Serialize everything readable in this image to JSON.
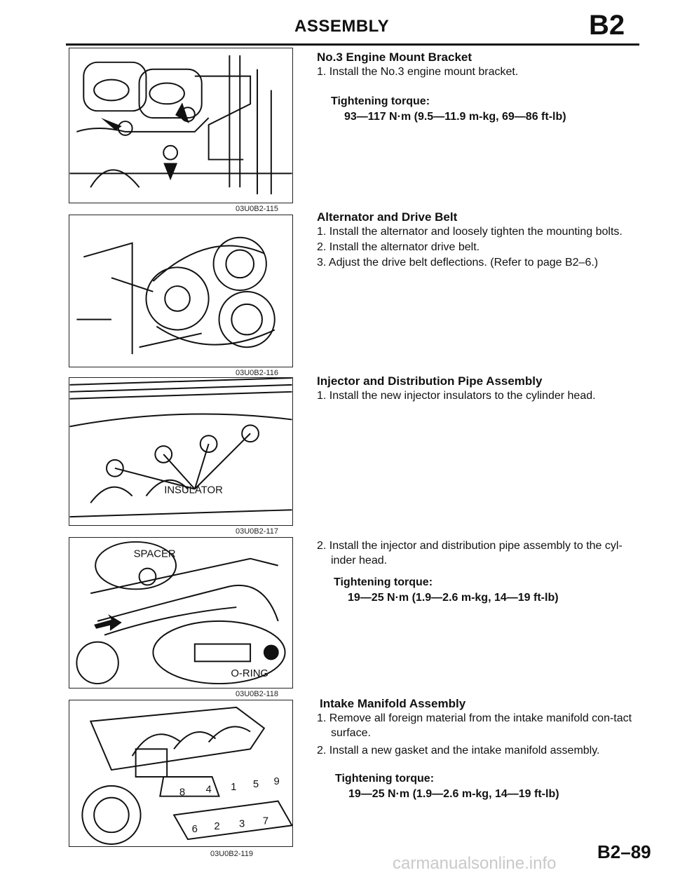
{
  "header": {
    "title": "ASSEMBLY",
    "section_code": "B2"
  },
  "figures": [
    {
      "code": "03U0B2-115"
    },
    {
      "code": "03U0B2-116"
    },
    {
      "code": "03U0B2-117",
      "callout": "INSULATOR"
    },
    {
      "code": "03U0B2-118",
      "callouts": [
        "SPACER",
        "O-RING"
      ]
    },
    {
      "code": "03U0B2-119",
      "sequence": [
        "8",
        "4",
        "1",
        "5",
        "9",
        "6",
        "2",
        "3",
        "7"
      ]
    }
  ],
  "sections": {
    "mount": {
      "title": "No.3 Engine Mount Bracket",
      "step1": "1. Install the No.3 engine mount bracket.",
      "torque_label": "Tightening torque:",
      "torque_value": "93—117 N·m (9.5—11.9 m-kg, 69—86 ft-lb)"
    },
    "alternator": {
      "title": "Alternator and Drive Belt",
      "step1": "1. Install the alternator and loosely tighten the mounting bolts.",
      "step2": "2. Install the alternator drive belt.",
      "step3": "3. Adjust the drive belt deflections. (Refer to page B2–6.)"
    },
    "injector": {
      "title": "Injector and Distribution Pipe Assembly",
      "step1": "1. Install the new injector insulators to the cylinder head.",
      "step2": "2. Install the injector and distribution pipe assembly to the cyl-inder head.",
      "torque_label": "Tightening torque:",
      "torque_value": "19—25 N·m (1.9—2.6 m-kg, 14—19 ft-lb)"
    },
    "intake": {
      "title": "Intake Manifold Assembly",
      "step1": "1. Remove all foreign material from the intake manifold con-tact surface.",
      "step2": "2. Install a new gasket and the intake manifold assembly.",
      "torque_label": "Tightening torque:",
      "torque_value": "19—25 N·m (1.9—2.6 m-kg, 14—19 ft-lb)"
    }
  },
  "footer": {
    "page_number": "B2–89",
    "watermark": "carmanualsonline.info"
  }
}
